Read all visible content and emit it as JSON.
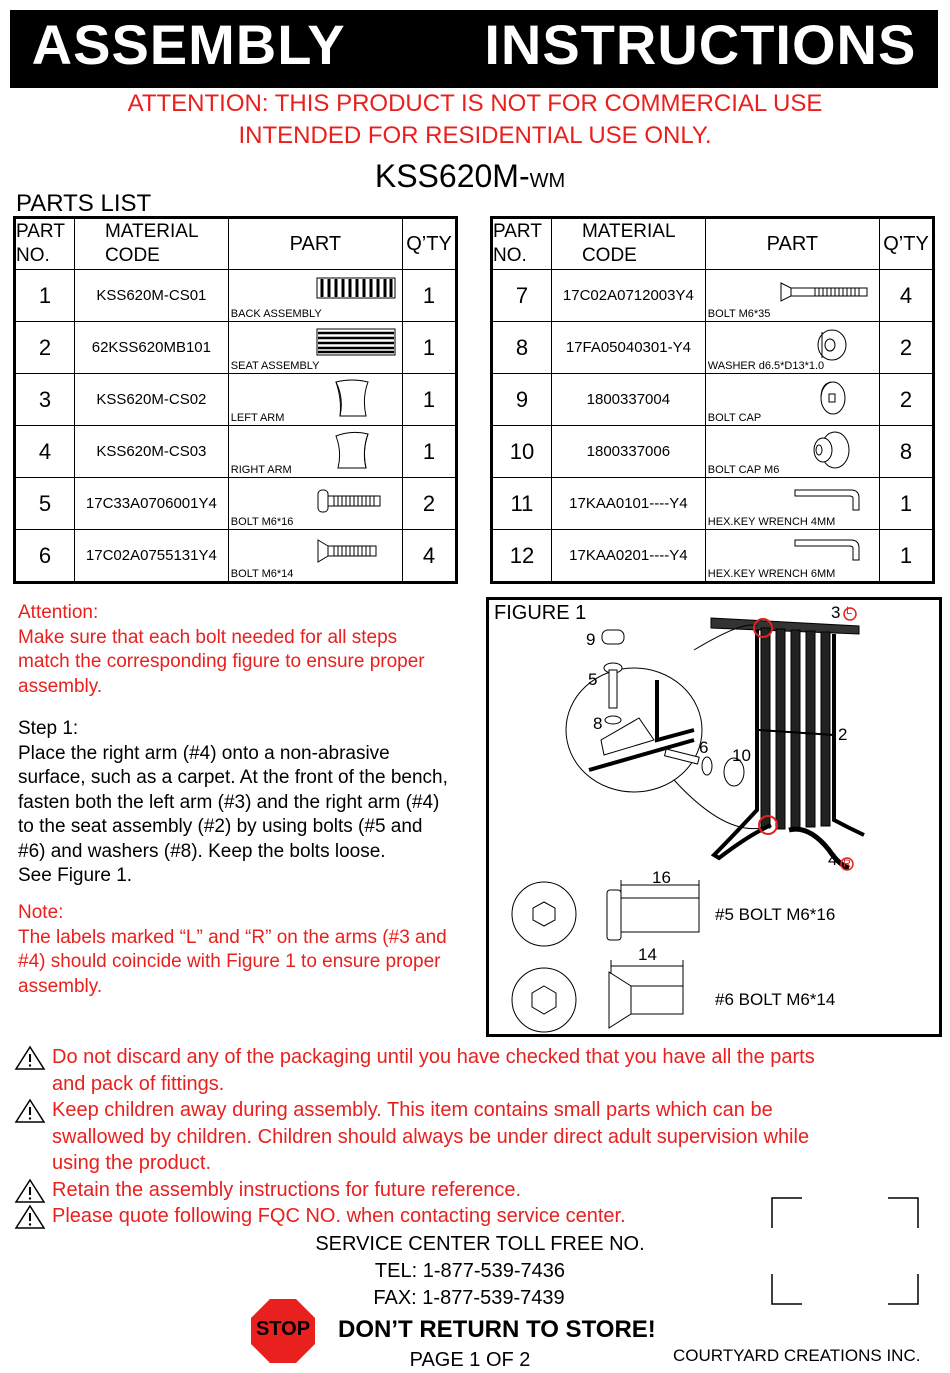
{
  "header": {
    "title": "ASSEMBLY   INSTRUCTIONS",
    "attention_line1": "ATTENTION: THIS PRODUCT IS NOT FOR COMMERCIAL USE",
    "attention_line2": "INTENDED FOR RESIDENTIAL USE ONLY.",
    "model": "KSS620M-",
    "model_suffix": "WM"
  },
  "parts_list": {
    "title": "PARTS LIST",
    "columns": [
      "PART NO.",
      "MATERIAL CODE",
      "PART",
      "Q'TY"
    ],
    "col_part_no_1": "PART",
    "col_part_no_2": "NO.",
    "col_code_1": "MATERIAL",
    "col_code_2": "CODE",
    "col_part": "PART",
    "col_qty": "Q’TY",
    "left": [
      {
        "no": "1",
        "code": "KSS620M-CS01",
        "label": "BACK ASSEMBLY",
        "qty": "1",
        "icon": "back-assembly-icon"
      },
      {
        "no": "2",
        "code": "62KSS620MB101",
        "label": "SEAT ASSEMBLY",
        "qty": "1",
        "icon": "seat-assembly-icon"
      },
      {
        "no": "3",
        "code": "KSS620M-CS02",
        "label": "LEFT ARM",
        "qty": "1",
        "icon": "left-arm-icon"
      },
      {
        "no": "4",
        "code": "KSS620M-CS03",
        "label": "RIGHT ARM",
        "qty": "1",
        "icon": "right-arm-icon"
      },
      {
        "no": "5",
        "code": "17C33A0706001Y4",
        "label": "BOLT M6*16",
        "qty": "2",
        "icon": "bolt-icon"
      },
      {
        "no": "6",
        "code": "17C02A0755131Y4",
        "label": "BOLT M6*14",
        "qty": "4",
        "icon": "bolt-icon"
      }
    ],
    "right": [
      {
        "no": "7",
        "code": "17C02A0712003Y4",
        "label": "BOLT M6*35",
        "qty": "4",
        "icon": "long-bolt-icon"
      },
      {
        "no": "8",
        "code": "17FA05040301-Y4",
        "label": "WASHER d6.5*D13*1.0",
        "qty": "2",
        "icon": "washer-icon"
      },
      {
        "no": "9",
        "code": "1800337004",
        "label": "BOLT CAP",
        "qty": "2",
        "icon": "bolt-cap-icon"
      },
      {
        "no": "10",
        "code": "1800337006",
        "label": "BOLT CAP M6",
        "qty": "8",
        "icon": "bolt-cap-m6-icon"
      },
      {
        "no": "11",
        "code": "17KAA0101----Y4",
        "label": "HEX.KEY WRENCH 4MM",
        "qty": "1",
        "icon": "hex-key-icon"
      },
      {
        "no": "12",
        "code": "17KAA0201----Y4",
        "label": "HEX.KEY WRENCH 6MM",
        "qty": "1",
        "icon": "hex-key-icon"
      }
    ]
  },
  "instructions": {
    "attention_title": "Attention:",
    "attention_body": [
      "Make sure that each bolt needed for all steps",
      "match the corresponding figure to ensure proper",
      "assembly."
    ],
    "step_title": "Step 1:",
    "step_body": [
      "Place the right arm (#4) onto a non-abrasive",
      "surface, such as a carpet. At the front of the bench,",
      "fasten both the left arm (#3) and the right arm (#4)",
      "to the seat assembly (#2) by using bolts (#5 and",
      "#6) and washers (#8). Keep the bolts loose.",
      "See Figure 1."
    ],
    "note_title": "Note:",
    "note_body": [
      "The labels marked “L” and “R” on the arms (#3 and",
      "#4) should coincide with Figure 1 to ensure proper",
      "assembly."
    ]
  },
  "figure": {
    "title": "FIGURE 1",
    "callouts": {
      "c9": "9",
      "c5": "5",
      "c8": "8",
      "c6": "6",
      "c10": "10",
      "c2": "2",
      "c3": "3",
      "c3_mark": "L",
      "c4": "4",
      "c4_mark": "R"
    },
    "bolt5_dim": "16",
    "bolt5_label": "#5 BOLT M6*16",
    "bolt6_dim": "14",
    "bolt6_label": "#6 BOLT M6*14"
  },
  "warnings": [
    [
      "Do not discard any of the packaging until you have checked that you have all the parts",
      "and pack of fittings."
    ],
    [
      "Keep children away during assembly. This item contains small parts which can be",
      "swallowed by children. Children should always be under direct adult supervision while",
      "using the product."
    ],
    [
      "Retain the assembly instructions for future reference."
    ],
    [
      "Please quote following FQC NO. when contacting service center."
    ]
  ],
  "footer": {
    "service": "SERVICE CENTER TOLL FREE NO.",
    "tel": "TEL: 1-877-539-7436",
    "fax": "FAX: 1-877-539-7439",
    "stop_text": "STOP",
    "dont_return": "DON’T RETURN TO STORE!",
    "page": "PAGE 1 OF 2",
    "company": "COURTYARD CREATIONS INC."
  },
  "colors": {
    "accent_red": "#e8201e",
    "banner_bg": "#000000"
  }
}
